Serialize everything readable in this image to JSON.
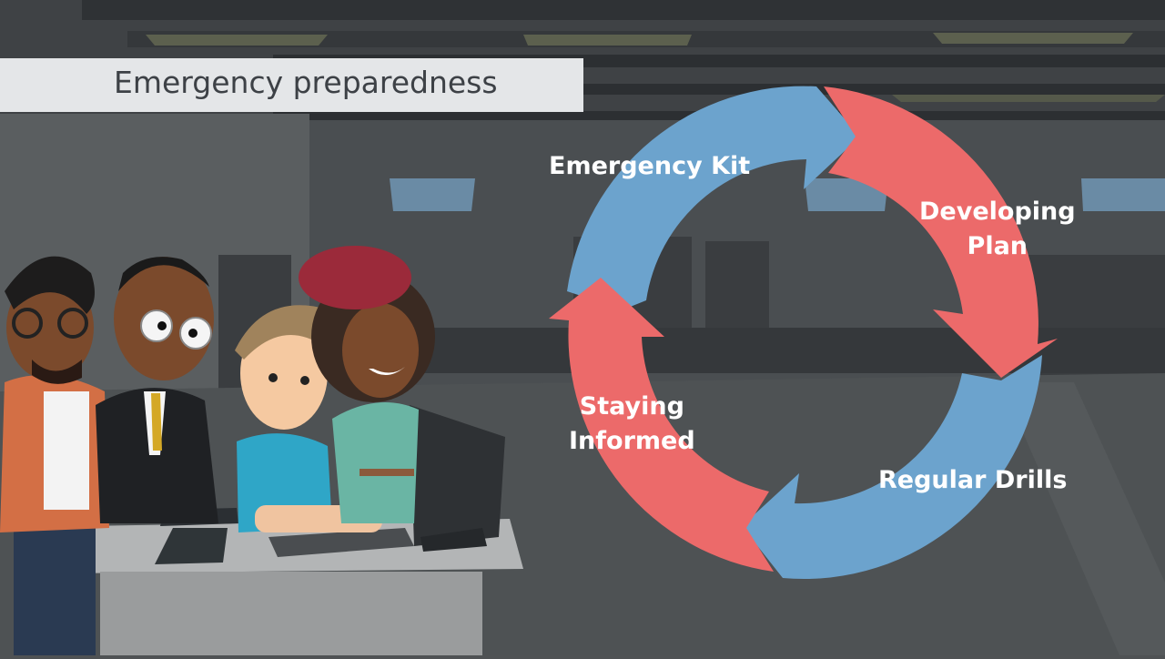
{
  "title": "Emergency preparedness",
  "cycle": {
    "steps": [
      {
        "label": "Emergency Kit",
        "color": "#6ca3cd"
      },
      {
        "label": "Developing Plan",
        "line1": "Developing",
        "line2": "Plan",
        "color": "#ec6a6a"
      },
      {
        "label": "Regular Drills",
        "color": "#6ca3cd"
      },
      {
        "label": "Staying Informed",
        "line1": "Staying",
        "line2": "Informed",
        "color": "#ec6a6a"
      }
    ]
  },
  "colors": {
    "arrow_blue": "#6ca3cd",
    "arrow_red": "#ec6a6a",
    "banner": "#e4e6e8",
    "background": "#4f5254"
  },
  "icons": [
    "computer-monitor",
    "desk-phone",
    "keyboard"
  ]
}
